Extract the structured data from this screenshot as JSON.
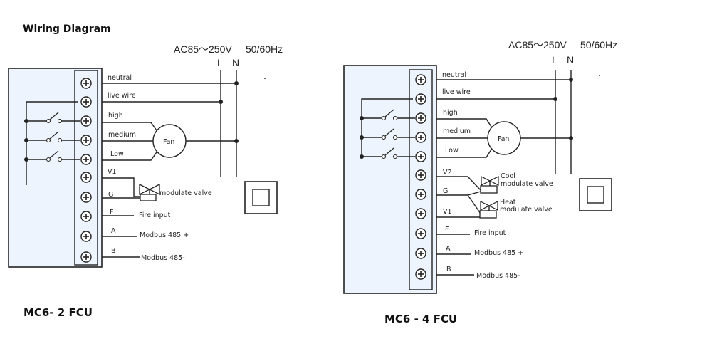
{
  "title": "Wiring Diagram",
  "colors": {
    "panel_fill": "#eef4fd",
    "line": "#222222",
    "background": "#ffffff"
  },
  "diagrams": [
    {
      "caption": "MC6- 2 FCU",
      "supply": {
        "voltage": "AC85～250V",
        "frequency": "50/60Hz",
        "live": "L",
        "neutral": "N"
      },
      "terminals": [
        "neutral",
        "live wire",
        "high",
        "medium",
        "Low",
        "V1",
        "G",
        "F",
        "A",
        "B"
      ],
      "fan_label": "Fan",
      "valves": [
        {
          "label": "modulate valve"
        }
      ],
      "outputs": {
        "fire": "Fire input",
        "modbus_a": "Modbus 485 +",
        "modbus_b": "Modbus 485-"
      },
      "symbol": "double-insulation-icon"
    },
    {
      "caption": "MC6 - 4 FCU",
      "supply": {
        "voltage": "AC85～250V",
        "frequency": "50/60Hz",
        "live": "L",
        "neutral": "N"
      },
      "terminals": [
        "neutral",
        "live wire",
        "high",
        "medium",
        "Low",
        "V2",
        "G",
        "V1",
        "F",
        "A",
        "B"
      ],
      "fan_label": "Fan",
      "valves": [
        {
          "label1": "Cool",
          "label2": "modulate valve"
        },
        {
          "label1": "Heat",
          "label2": "modulate valve"
        }
      ],
      "outputs": {
        "fire": "Fire input",
        "modbus_a": "Modbus 485 +",
        "modbus_b": "Modbus 485-"
      },
      "symbol": "double-insulation-icon"
    }
  ]
}
